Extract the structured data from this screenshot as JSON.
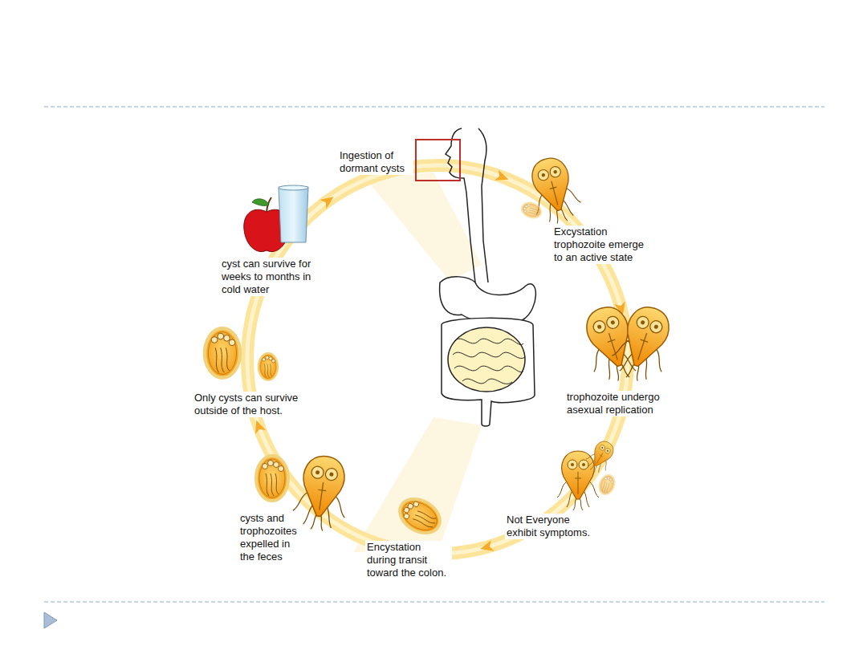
{
  "diagram": {
    "labels": [
      "Ingestion of dormant cysts",
      "Excystation trophozoite emerge to an active state",
      "trophozoite undergo asexual replication",
      "Not Everyone exhibit symptoms.",
      "Encystation during transit toward the colon.",
      "cysts and trophozoites expelled in the feces",
      "Only cysts can survive outside of the host.",
      "cyst can survive for weeks to months in cold water"
    ]
  }
}
